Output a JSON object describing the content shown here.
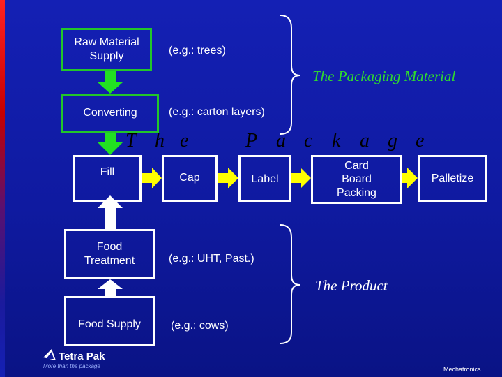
{
  "boxes": {
    "raw_material": "Raw Material Supply",
    "converting": "Converting",
    "fill": "Fill",
    "cap": "Cap",
    "label": "Label",
    "card_board": "Card Board Packing",
    "palletize": "Palletize",
    "food_treatment": "Food Treatment",
    "food_supply": "Food Supply"
  },
  "notes": {
    "trees": "(e.g.: trees)",
    "carton": "(e.g.: carton layers)",
    "uht": "(e.g.: UHT, Past.)",
    "cows": "(e.g.: cows)"
  },
  "groups": {
    "packaging_material": "The Packaging Material",
    "product": "The Product"
  },
  "package_title": {
    "letters": [
      "T",
      "h",
      "e",
      "P",
      "a",
      "c",
      "k",
      "a",
      "g",
      "e"
    ]
  },
  "logo": {
    "name": "Tetra Pak",
    "tagline": "More than the package"
  },
  "footer": "Mechatronics",
  "colors": {
    "background": "#1420b4",
    "box_border_green": "#22c62a",
    "box_border_white": "#ffffff",
    "arrow_yellow": "#ffff00",
    "arrow_green": "#22e022",
    "accent_red": "#d00000"
  }
}
